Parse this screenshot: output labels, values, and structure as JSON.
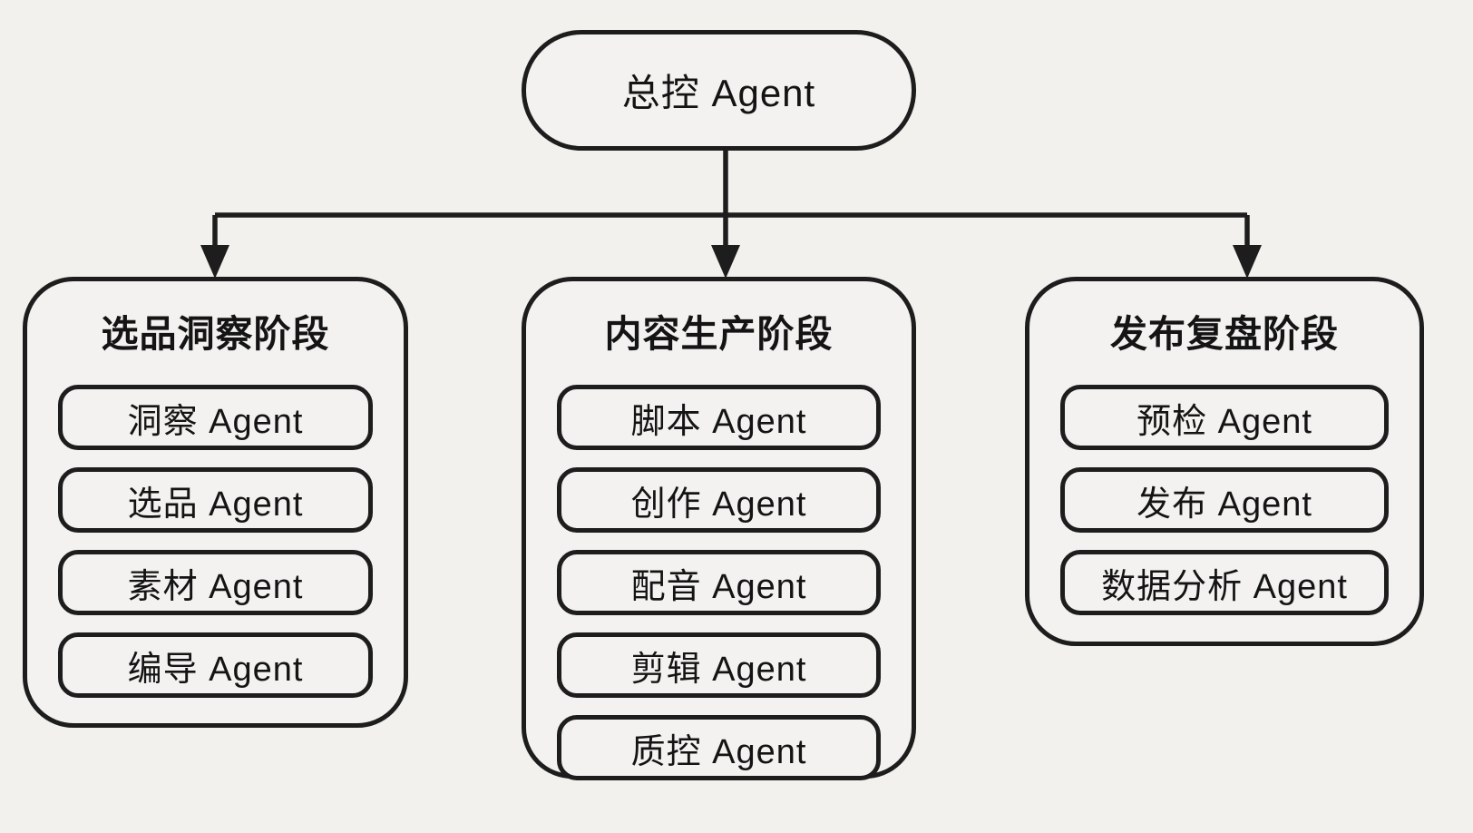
{
  "diagram": {
    "root": {
      "label": "总控 Agent"
    },
    "columns": [
      {
        "title": "选品洞察阶段",
        "agents": [
          "洞察 Agent",
          "选品 Agent",
          "素材 Agent",
          "编导 Agent"
        ]
      },
      {
        "title": "内容生产阶段",
        "agents": [
          "脚本 Agent",
          "创作 Agent",
          "配音 Agent",
          "剪辑 Agent",
          "质控 Agent"
        ]
      },
      {
        "title": "发布复盘阶段",
        "agents": [
          "预检 Agent",
          "发布 Agent",
          "数据分析 Agent"
        ]
      }
    ],
    "colors": {
      "background": "#f2f1ee",
      "node_fill": "#f3f2f0",
      "border": "#1d1d1d",
      "text": "#141414"
    }
  }
}
